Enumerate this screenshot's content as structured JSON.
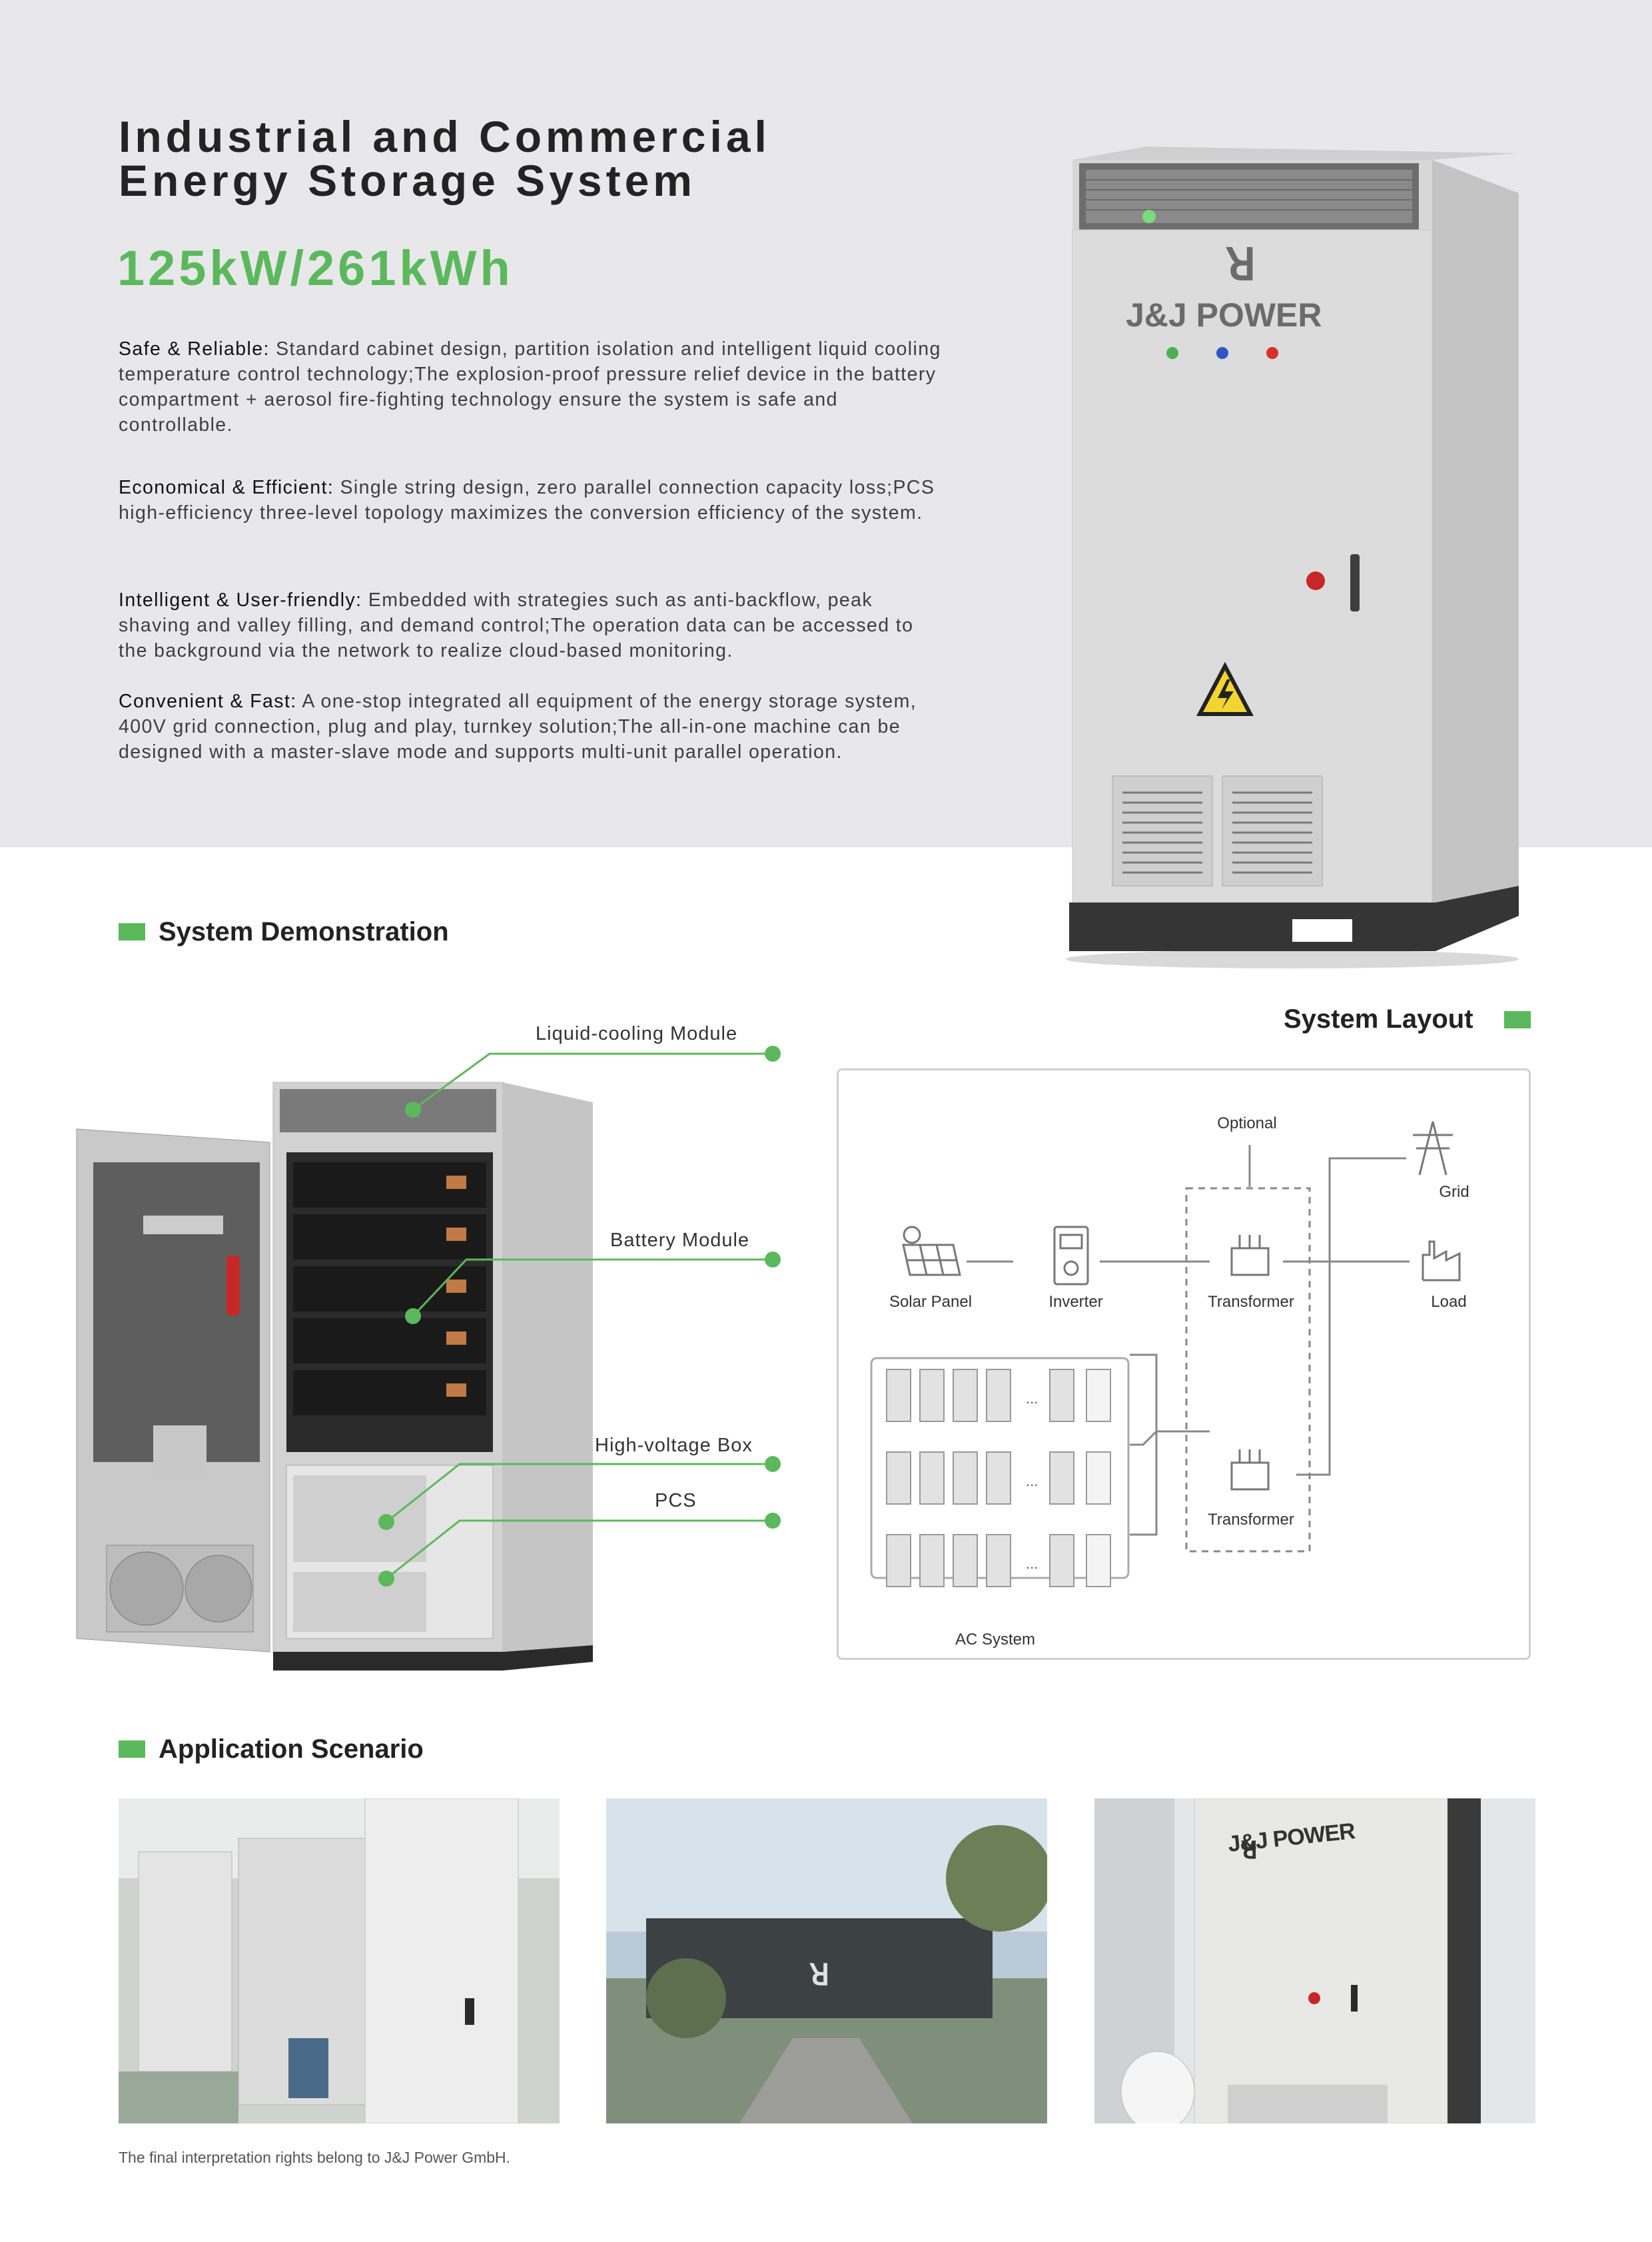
{
  "header": {
    "title_line1": "Industrial and Commercial",
    "title_line2": "Energy Storage System",
    "power_rating": "125kW/261kWh"
  },
  "features": [
    {
      "label": "Safe & Reliable:",
      "text": " Standard cabinet design, partition isolation and intelligent liquid cooling temperature control technology;The explosion-proof pressure relief device in the battery compartment + aerosol fire-fighting technology ensure the system is safe and controllable."
    },
    {
      "label": "Economical & Efficient:",
      "text": " Single string design, zero parallel connection capacity loss;PCS high-efficiency three-level topology maximizes the conversion efficiency of the system."
    },
    {
      "label": "Intelligent & User-friendly:",
      "text": " Embedded with strategies such as anti-backflow, peak shaving and valley filling, and demand control;The operation data can be accessed to the background via the network to realize cloud-based monitoring."
    },
    {
      "label": "Convenient & Fast:",
      "text": " A one-stop integrated all equipment of the energy storage system, 400V grid connection, plug and play, turnkey solution;The all-in-one machine can be designed with a master-slave mode and supports multi-unit parallel operation."
    }
  ],
  "brand": {
    "name": "J&J POWER"
  },
  "demonstration": {
    "heading": "System Demonstration",
    "callouts": [
      "Liquid-cooling Module",
      "Battery Module",
      "High-voltage Box",
      "PCS"
    ]
  },
  "layout": {
    "heading": "System Layout",
    "optional": "Optional",
    "solar_panel": "Solar Panel",
    "inverter": "Inverter",
    "transformer_top": "Transformer",
    "transformer_bottom": "Transformer",
    "grid": "Grid",
    "load": "Load",
    "ac_system": "AC System",
    "ellipsis": "..."
  },
  "application": {
    "heading": "Application Scenario"
  },
  "footer": "The final interpretation rights belong to J&J Power GmbH.",
  "colors": {
    "accent": "#5cb85c",
    "hero_bg": "#e8e8ea"
  }
}
